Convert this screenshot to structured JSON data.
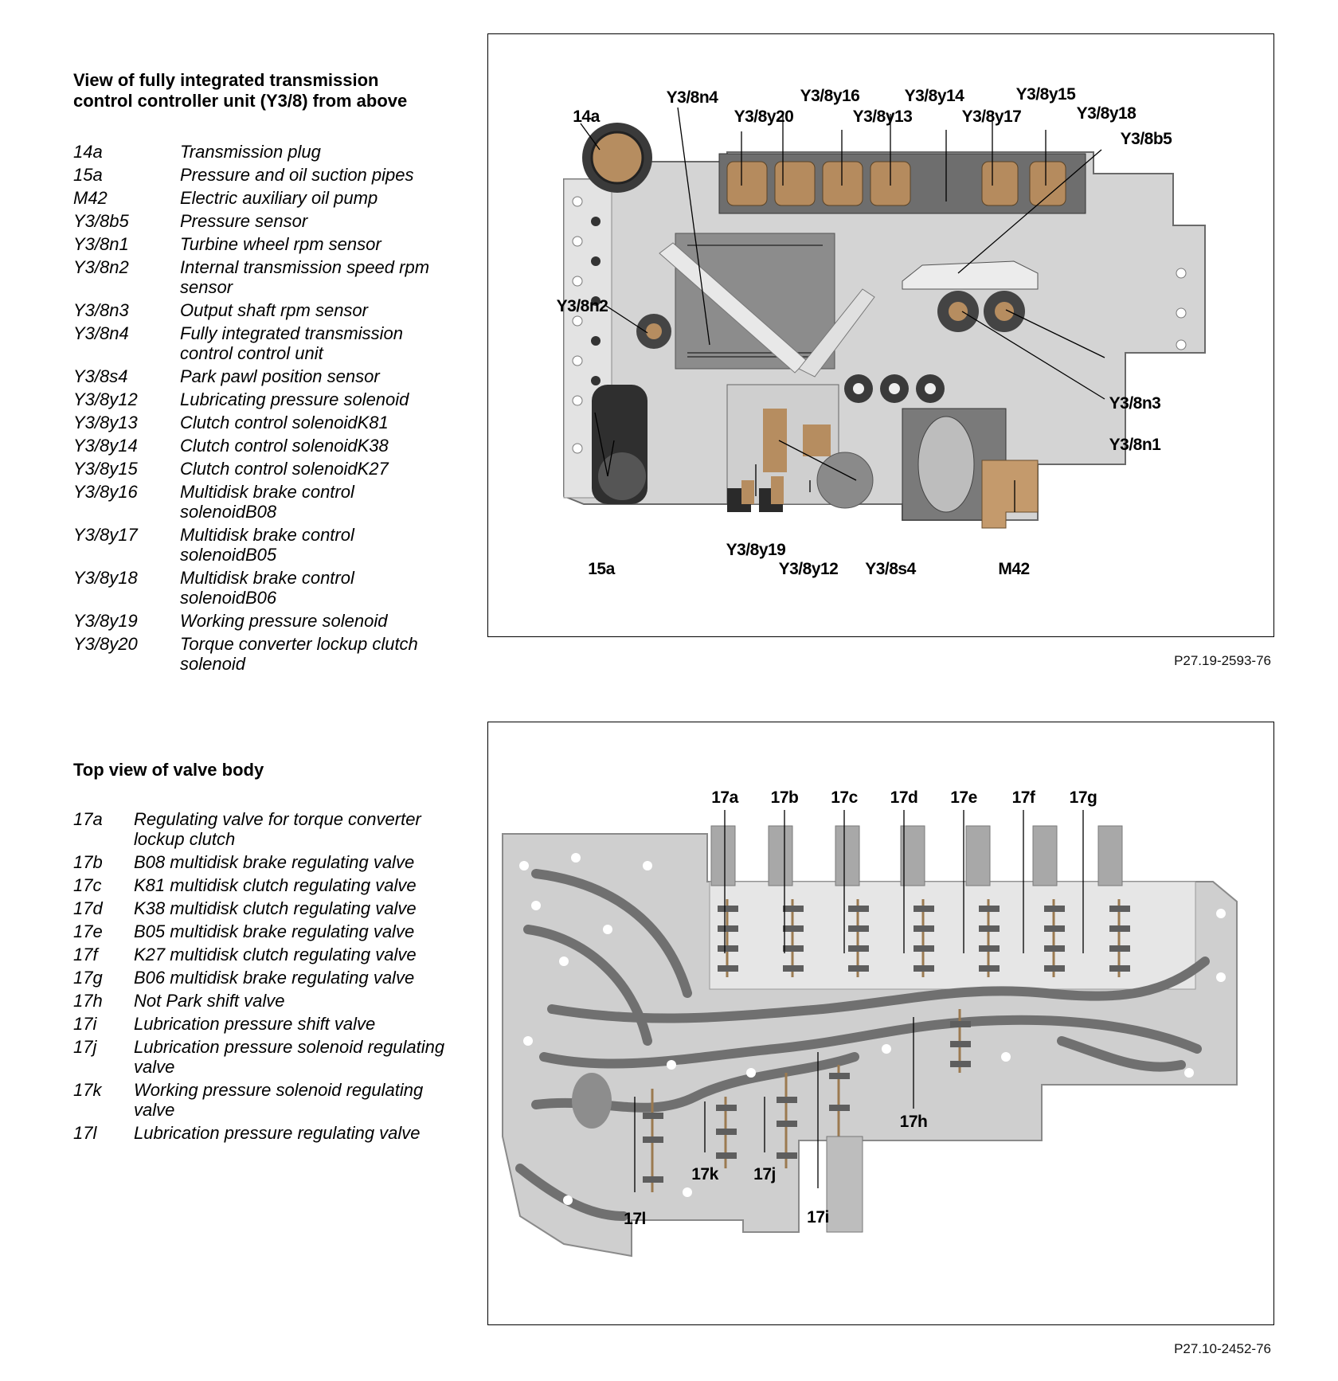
{
  "section1": {
    "heading_line1": "View of fully integrated transmission",
    "heading_line2": "control controller unit (Y3/8) from above",
    "legend": [
      {
        "code": "14a",
        "desc": "Transmission plug"
      },
      {
        "code": "15a",
        "desc": "Pressure and oil suction pipes"
      },
      {
        "code": "M42",
        "desc": "Electric auxiliary oil pump"
      },
      {
        "code": "Y3/8b5",
        "desc": "Pressure sensor"
      },
      {
        "code": "Y3/8n1",
        "desc": "Turbine wheel rpm sensor"
      },
      {
        "code": "Y3/8n2",
        "desc": "Internal transmission speed rpm sensor"
      },
      {
        "code": "Y3/8n3",
        "desc": "Output shaft rpm sensor"
      },
      {
        "code": "Y3/8n4",
        "desc": "Fully integrated transmission control control unit"
      },
      {
        "code": "Y3/8s4",
        "desc": "Park pawl position sensor"
      },
      {
        "code": "Y3/8y12",
        "desc": "Lubricating pressure solenoid"
      },
      {
        "code": "Y3/8y13",
        "desc": "Clutch control solenoidK81"
      },
      {
        "code": "Y3/8y14",
        "desc": "Clutch control solenoidK38"
      },
      {
        "code": "Y3/8y15",
        "desc": "Clutch control solenoidK27"
      },
      {
        "code": "Y3/8y16",
        "desc": "Multidisk brake control solenoidB08"
      },
      {
        "code": "Y3/8y17",
        "desc": "Multidisk brake control solenoidB05"
      },
      {
        "code": "Y3/8y18",
        "desc": "Multidisk brake control solenoidB06"
      },
      {
        "code": "Y3/8y19",
        "desc": "Working pressure solenoid"
      },
      {
        "code": "Y3/8y20",
        "desc": "Torque converter lockup clutch solenoid"
      }
    ],
    "figure_callouts": {
      "c14a": "14a",
      "n4": "Y3/8n4",
      "y20": "Y3/8y20",
      "y16": "Y3/8y16",
      "y13": "Y3/8y13",
      "y14": "Y3/8y14",
      "y17": "Y3/8y17",
      "y15": "Y3/8y15",
      "y18": "Y3/8y18",
      "b5": "Y3/8b5",
      "n2": "Y3/8n2",
      "n3": "Y3/8n3",
      "n1": "Y3/8n1",
      "c15a": "15a",
      "y19": "Y3/8y19",
      "y12": "Y3/8y12",
      "s4": "Y3/8s4",
      "m42": "M42"
    },
    "figure_caption": "P27.19-2593-76"
  },
  "section2": {
    "heading": "Top view of valve body",
    "legend": [
      {
        "code": "17a",
        "desc": "Regulating valve for torque converter lockup clutch"
      },
      {
        "code": "17b",
        "desc": "B08 multidisk brake regulating valve"
      },
      {
        "code": "17c",
        "desc": "K81 multidisk clutch regulating valve"
      },
      {
        "code": "17d",
        "desc": "K38 multidisk clutch regulating valve"
      },
      {
        "code": "17e",
        "desc": "B05 multidisk brake regulating valve"
      },
      {
        "code": "17f",
        "desc": "K27 multidisk clutch regulating valve"
      },
      {
        "code": "17g",
        "desc": "B06 multidisk brake regulating valve"
      },
      {
        "code": "17h",
        "desc": "Not Park shift valve"
      },
      {
        "code": "17i",
        "desc": "Lubrication pressure shift valve"
      },
      {
        "code": "17j",
        "desc": "Lubrication pressure solenoid regulating valve"
      },
      {
        "code": "17k",
        "desc": "Working pressure solenoid regulating valve"
      },
      {
        "code": "17l",
        "desc": "Lubrication pressure regulating valve"
      }
    ],
    "figure_callouts": {
      "a": "17a",
      "b": "17b",
      "c": "17c",
      "d": "17d",
      "e": "17e",
      "f": "17f",
      "g": "17g",
      "h": "17h",
      "i": "17i",
      "j": "17j",
      "k": "17k",
      "l": "17l"
    },
    "figure_caption": "P27.10-2452-76"
  },
  "colors": {
    "metal_light": "#d9d9d9",
    "metal_mid": "#a6a6a6",
    "metal_dark": "#5c5c5c",
    "copper": "#c49a6c",
    "frame": "#000000"
  }
}
